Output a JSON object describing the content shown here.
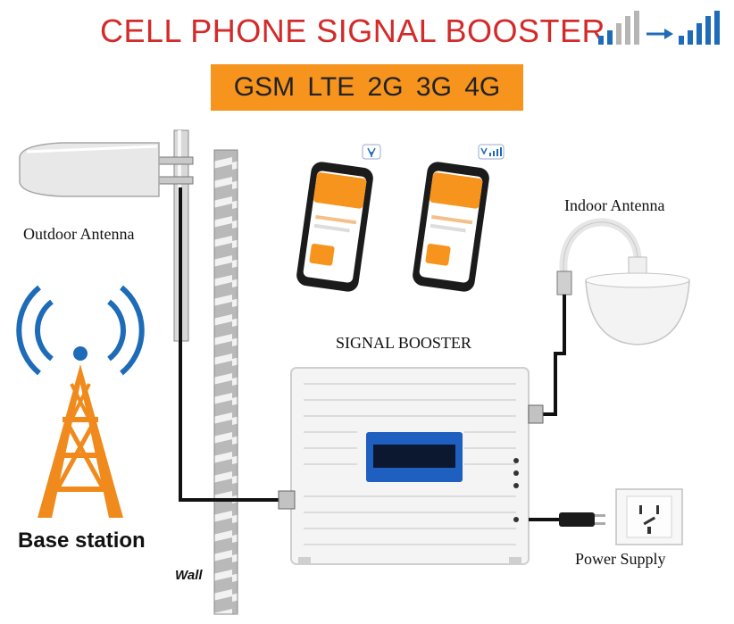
{
  "header": {
    "title": "CELL PHONE SIGNAL BOOSTER",
    "bands": "GSM  LTE  2G  3G  4G"
  },
  "labels": {
    "outdoor_antenna": "Outdoor Antenna",
    "indoor_antenna": "Indoor Antenna",
    "signal_booster": "SIGNAL BOOSTER",
    "base_station": "Base station",
    "power_supply": "Power Supply",
    "wall": "Wall"
  },
  "colors": {
    "title_red": "#d32a2a",
    "band_orange": "#f7941d",
    "signal_blue": "#1e6bb8",
    "tower_orange": "#f08a1c",
    "cable_black": "#111111",
    "wall_gray": "#9a9a9a",
    "booster_white": "#f4f4f4",
    "lcd_blue": "#1f5fbf"
  },
  "icons": {
    "signal_upgrade": "signal-bars-weak-to-strong-icon",
    "phone_left": "smartphone-weak-signal-icon",
    "phone_right": "smartphone-strong-signal-icon",
    "tower": "cell-tower-broadcast-icon"
  }
}
